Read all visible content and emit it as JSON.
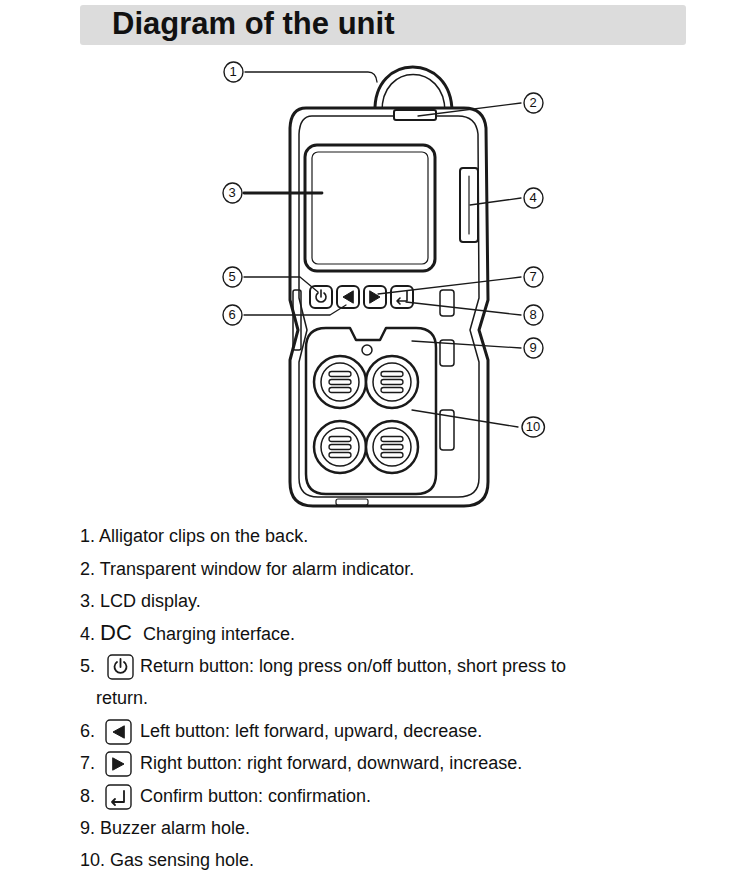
{
  "diagram": {
    "title": "Diagram of the unit",
    "nodes": [
      {
        "text": [
          "1"
        ]
      },
      {
        "text": [
          "2"
        ]
      },
      {
        "text": [
          "3"
        ]
      },
      {
        "text": [
          "4"
        ]
      },
      {
        "text": [
          "5"
        ]
      },
      {
        "text": [
          "7"
        ]
      },
      {
        "text": [
          "6"
        ]
      },
      {
        "text": [
          "8"
        ]
      },
      {
        "text": [
          "9"
        ]
      },
      {
        "text": [
          "10"
        ]
      }
    ],
    "labels": [
      "1. Alligator clips on the back.",
      "2. Transparent window for alarm indicator.",
      "3. LCD display.",
      "4.",
      "DC",
      "Charging interface.",
      "5.",
      "Return button: long press on/off button, short press to return.",
      "6.",
      "Left button: left forward, upward, decrease.",
      "7.",
      "Right button: right forward, downward, increase.",
      "8.",
      "Confirm button: confirmation.",
      "9. Buzzer alarm hole.",
      "10. Gas sensing hole."
    ]
  }
}
